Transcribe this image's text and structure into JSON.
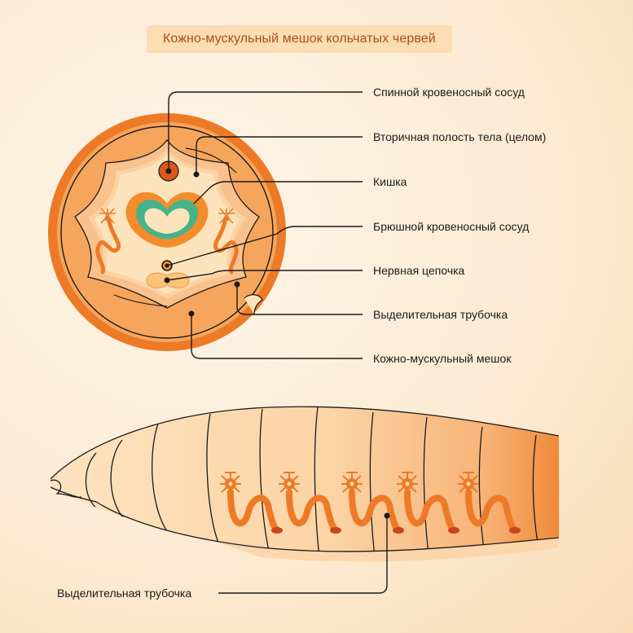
{
  "title": "Кожно-мускульный мешок кольчатых червей",
  "labels": [
    "Спинной кровеносный сосуд",
    "Вторичная полость тела (целом)",
    "Кишка",
    "Брюшной кровеносный сосуд",
    "Нервная цепочка",
    "Выделительная трубочка",
    "Кожно-мускульный мешок"
  ],
  "worm_label": "Выделительная трубочка",
  "colors": {
    "outer_ring": "#ed7a26",
    "body": "#f6a55c",
    "cavity": "#fde3bc",
    "gut_outer": "#f58b2a",
    "gut_inner": "#46b48a",
    "vessel": "#d9581c",
    "leader": "#1b1b1b"
  }
}
